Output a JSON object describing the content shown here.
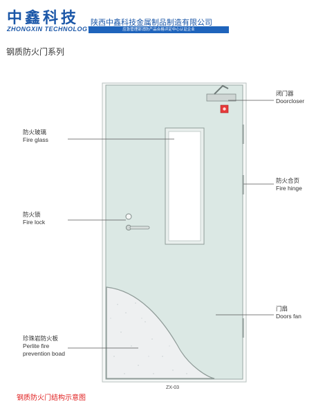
{
  "header": {
    "logo_cn": "中鑫科技",
    "logo_en": "ZHONGXIN TECHNOLOGY",
    "company_name": "陕西中鑫科技金属制品制造有限公司",
    "tagline": "应急管理部消防产品合格评定中心认证企业"
  },
  "series_title": "钢质防火门系列",
  "model": "ZX-03",
  "callouts": {
    "door_closer": {
      "cn": "闭门器",
      "en": "Doorcloser"
    },
    "fire_glass": {
      "cn": "防火玻璃",
      "en": "Fire glass"
    },
    "fire_hinge": {
      "cn": "防火合页",
      "en": "Fire hinge"
    },
    "fire_lock": {
      "cn": "防火锁",
      "en": "Fire lock"
    },
    "doors_fan": {
      "cn": "门扇",
      "en": "Doors fan"
    },
    "perlite_board": {
      "cn": "珍珠岩防火板",
      "en_line1": "Perlite fire",
      "en_line2": "prevention boad"
    }
  },
  "footer_text": "钢质防火门结构示意图",
  "colors": {
    "brand_blue": "#1b57a8",
    "door_fill": "#dbe8e4",
    "door_border": "#9aa8a4",
    "alarm_red": "#e63a3a",
    "footer_red": "#e02020"
  }
}
